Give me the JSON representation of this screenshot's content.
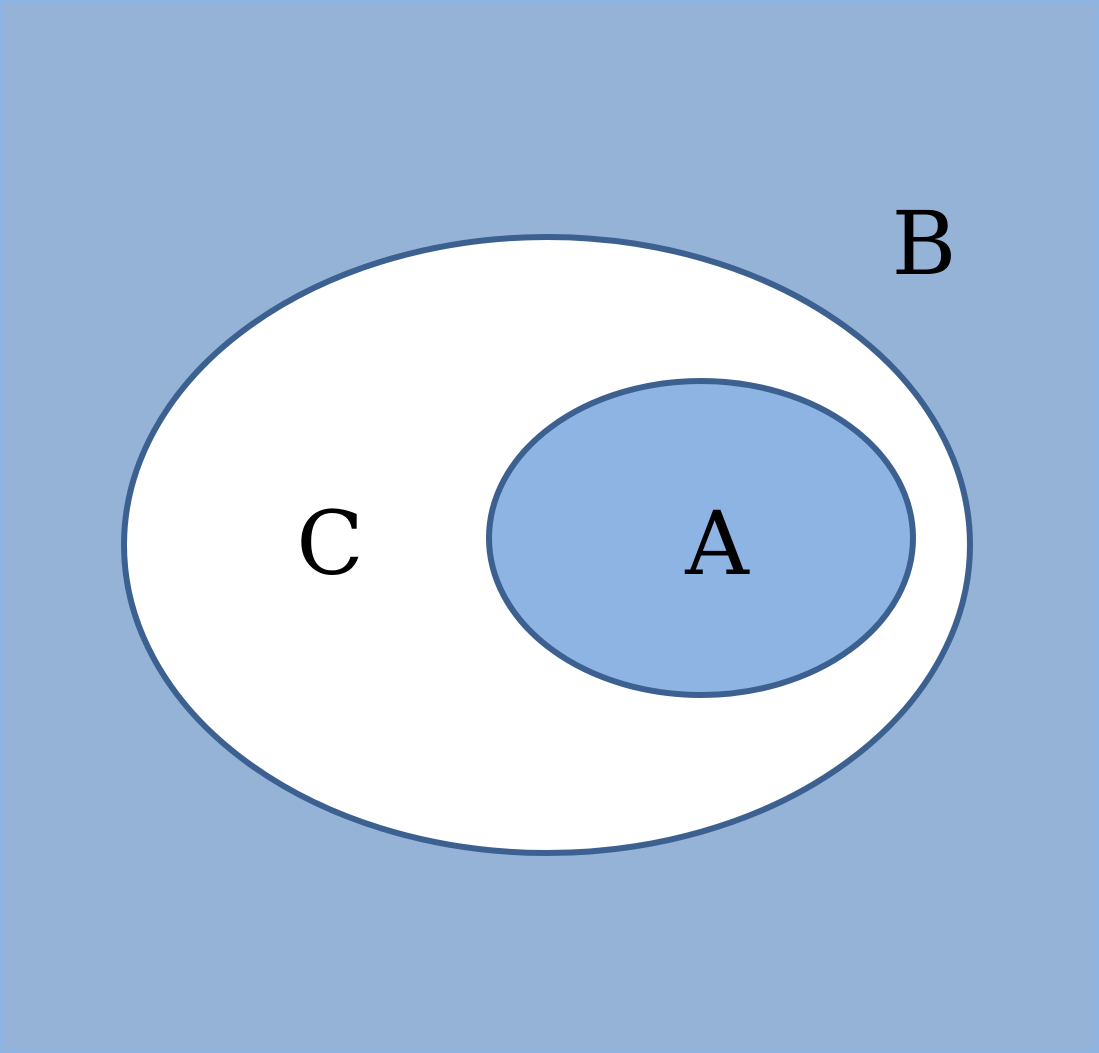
{
  "diagram": {
    "type": "venn",
    "colors": {
      "universe_fill": "#95b3d7",
      "universe_border": "#8db4e2",
      "set_c_fill": "#ffffff",
      "set_a_fill": "#8db4e2",
      "outline": "#3c6090"
    },
    "sets": {
      "universe": {
        "label": "B"
      },
      "outer": {
        "label": "C"
      },
      "inner": {
        "label": "A"
      }
    }
  }
}
